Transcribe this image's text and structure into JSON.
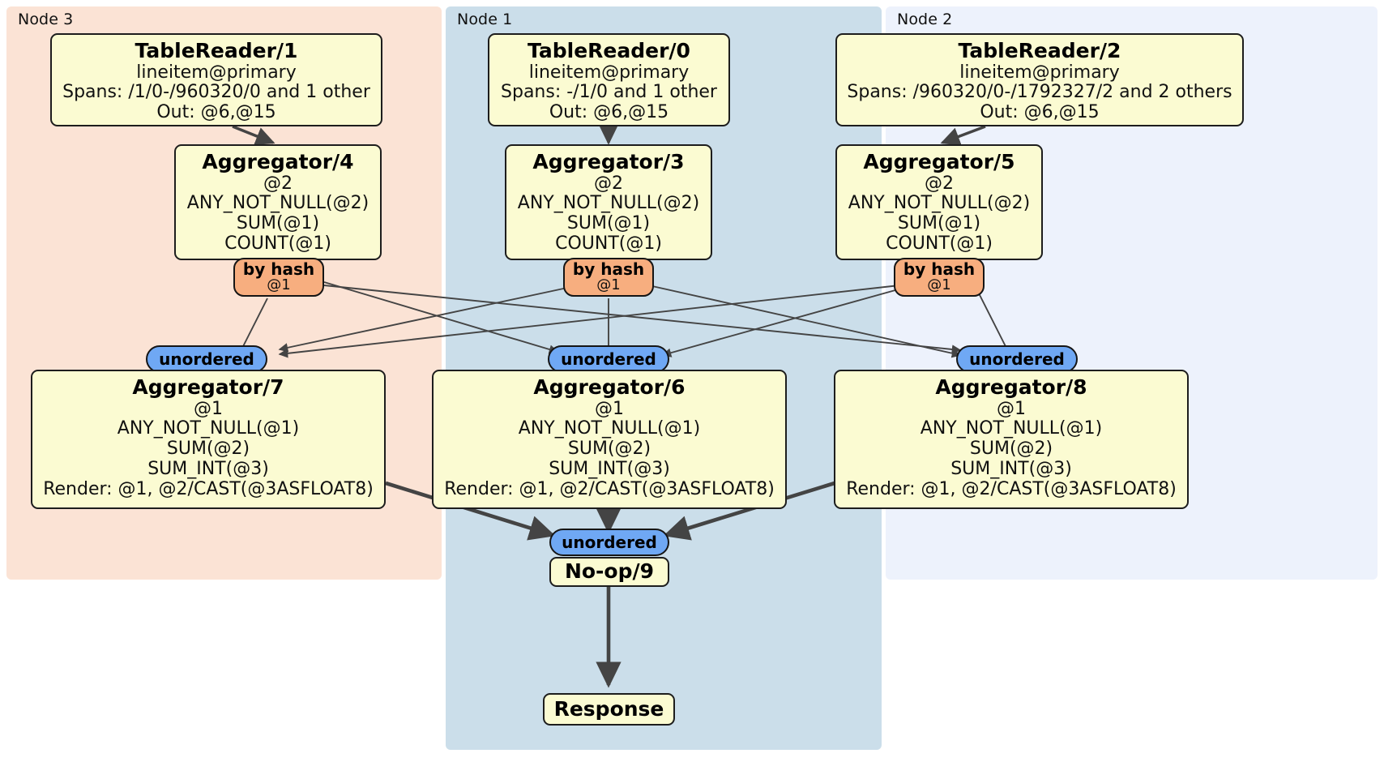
{
  "diagram": {
    "type": "distributed-query-plan",
    "colors": {
      "node3_panel": "#fbe3d5",
      "node1_panel": "#cbdeea",
      "node2_panel": "#edf2fc",
      "processor_box": "#fbfbd2",
      "hash_router": "#f7ae7f",
      "unordered_synchronizer": "#6fa8f4",
      "edge": "#444444"
    }
  },
  "nodes": [
    {
      "id": "node3",
      "label": "Node 3"
    },
    {
      "id": "node1",
      "label": "Node 1"
    },
    {
      "id": "node2",
      "label": "Node 2"
    }
  ],
  "processors": {
    "table_reader_1": {
      "title": "TableReader/1",
      "lines": [
        "lineitem@primary",
        "Spans: /1/0-/960320/0 and 1 other",
        "Out: @6,@15"
      ]
    },
    "table_reader_0": {
      "title": "TableReader/0",
      "lines": [
        "lineitem@primary",
        "Spans: -/1/0 and 1 other",
        "Out: @6,@15"
      ]
    },
    "table_reader_2": {
      "title": "TableReader/2",
      "lines": [
        "lineitem@primary",
        "Spans: /960320/0-/1792327/2 and 2 others",
        "Out: @6,@15"
      ]
    },
    "aggregator_4": {
      "title": "Aggregator/4",
      "lines": [
        "@2",
        "ANY_NOT_NULL(@2)",
        "SUM(@1)",
        "COUNT(@1)"
      ]
    },
    "aggregator_3": {
      "title": "Aggregator/3",
      "lines": [
        "@2",
        "ANY_NOT_NULL(@2)",
        "SUM(@1)",
        "COUNT(@1)"
      ]
    },
    "aggregator_5": {
      "title": "Aggregator/5",
      "lines": [
        "@2",
        "ANY_NOT_NULL(@2)",
        "SUM(@1)",
        "COUNT(@1)"
      ]
    },
    "aggregator_7": {
      "title": "Aggregator/7",
      "lines": [
        "@1",
        "ANY_NOT_NULL(@1)",
        "SUM(@2)",
        "SUM_INT(@3)",
        "Render: @1, @2/CAST(@3ASFLOAT8)"
      ]
    },
    "aggregator_6": {
      "title": "Aggregator/6",
      "lines": [
        "@1",
        "ANY_NOT_NULL(@1)",
        "SUM(@2)",
        "SUM_INT(@3)",
        "Render: @1, @2/CAST(@3ASFLOAT8)"
      ]
    },
    "aggregator_8": {
      "title": "Aggregator/8",
      "lines": [
        "@1",
        "ANY_NOT_NULL(@1)",
        "SUM(@2)",
        "SUM_INT(@3)",
        "Render: @1, @2/CAST(@3ASFLOAT8)"
      ]
    },
    "noop_9": {
      "title": "No-op/9",
      "lines": []
    },
    "response": {
      "title": "Response",
      "lines": []
    }
  },
  "routers": {
    "hash_left": {
      "title": "by hash",
      "sub": "@1"
    },
    "hash_center": {
      "title": "by hash",
      "sub": "@1"
    },
    "hash_right": {
      "title": "by hash",
      "sub": "@1"
    }
  },
  "synchronizers": {
    "unordered_left": {
      "label": "unordered"
    },
    "unordered_center": {
      "label": "unordered"
    },
    "unordered_right": {
      "label": "unordered"
    },
    "unordered_final": {
      "label": "unordered"
    }
  }
}
